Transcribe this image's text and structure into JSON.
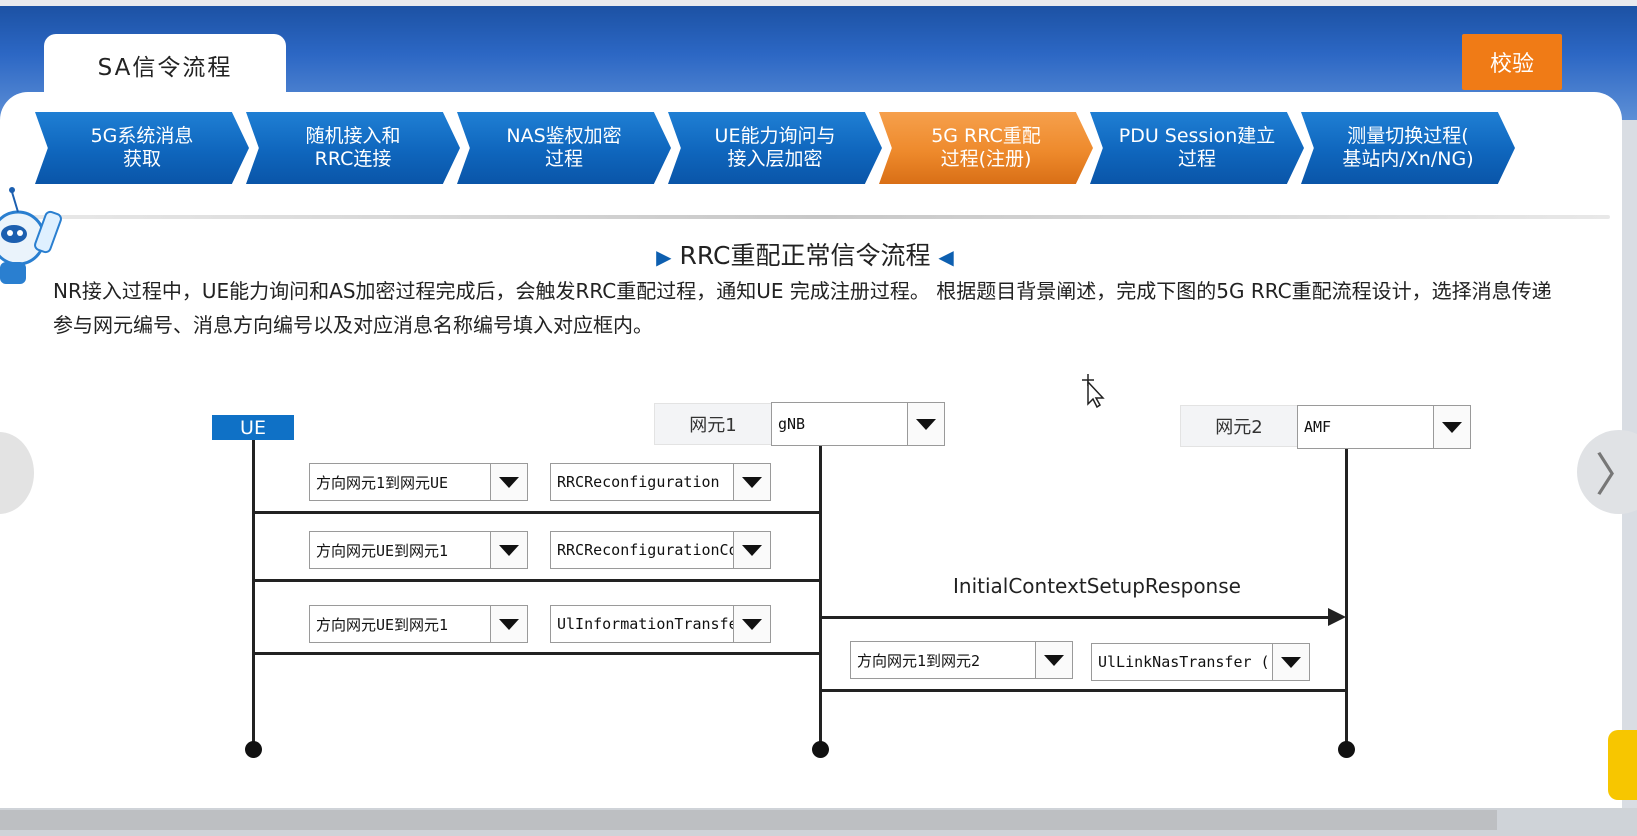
{
  "tab": {
    "label": "SA信令流程"
  },
  "verify_button": {
    "label": "校验"
  },
  "steps": [
    {
      "label": "5G系统消息\n获取",
      "active": false
    },
    {
      "label": "随机接入和\nRRC连接",
      "active": false
    },
    {
      "label": "NAS鉴权加密\n过程",
      "active": false
    },
    {
      "label": "UE能力询问与\n接入层加密",
      "active": false
    },
    {
      "label": "5G RRC重配\n过程(注册)",
      "active": true
    },
    {
      "label": "PDU Session建立\n过程",
      "active": false
    },
    {
      "label": "测量切换过程(\n基站内/Xn/NG)",
      "active": false
    }
  ],
  "section": {
    "title": "RRC重配正常信令流程",
    "description": "NR接入过程中，UE能力询问和AS加密过程完成后，会触发RRC重配过程，通知UE 完成注册过程。 根据题目背景阐述，完成下图的5G RRC重配流程设计，选择消息传递参与网元编号、消息方向编号以及对应消息名称编号填入对应框内。"
  },
  "diagram": {
    "ue_label": "UE",
    "ne1": {
      "label": "网元1",
      "value": "gNB"
    },
    "ne2": {
      "label": "网元2",
      "value": "AMF"
    },
    "messages": [
      {
        "direction": "方向网元1到网元UE",
        "name": "RRCReconfiguration"
      },
      {
        "direction": "方向网元UE到网元1",
        "name": "RRCReconfigurationComplete"
      },
      {
        "direction": "方向网元UE到网元1",
        "name": "UlInformationTransfer"
      },
      {
        "direction": "方向网元1到网元2",
        "name": "UlLinkNasTransfer ("
      }
    ],
    "fixed_message": "InitialContextSetupResponse"
  },
  "icons": {
    "dropdown": "caret-down-icon",
    "next": "chevron-right-icon",
    "robot": "robot-mascot-icon",
    "cursor": "move-cursor-icon"
  },
  "colors": {
    "step_blue": "#0f66bd",
    "step_active": "#ee8a2c",
    "verify": "#f07b16",
    "ue_label": "#0f71c6"
  }
}
